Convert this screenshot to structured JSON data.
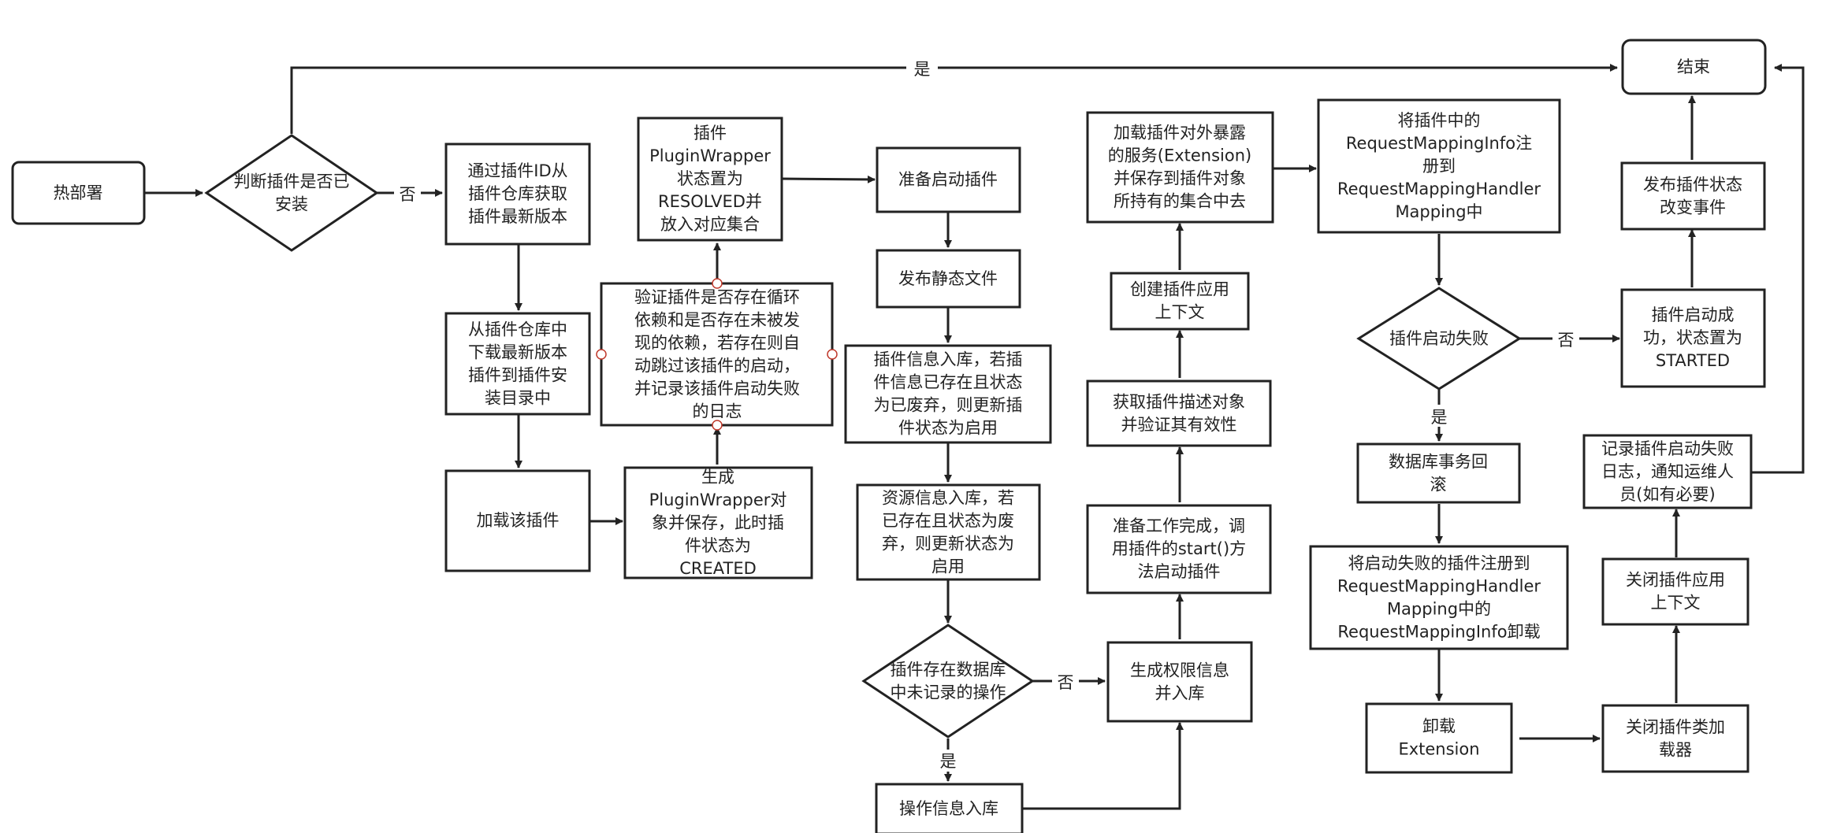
{
  "colors": {
    "stroke": "#222222",
    "fill": "#ffffff",
    "connector_dot": "#c0392b",
    "text": "#222222"
  },
  "nodes": {
    "hot_deploy": "热部署",
    "check_installed": "判断插件是否已\n安装",
    "get_latest": "通过插件ID从\n插件仓库获取\n插件最新版本",
    "download": "从插件仓库中\n下载最新版本\n插件到插件安\n装目录中",
    "load": "加载该插件",
    "create_wrapper": "生成\nPluginWrapper对\n象并保存，此时插\n件状态为\nCREATED",
    "verify_deps": "验证插件是否存在循环\n依赖和是否存在未被发\n现的依赖，若存在则自\n动跳过该插件的启动，\n并记录该插件启动失败\n的日志",
    "resolved": "插件\nPluginWrapper\n状态置为\nRESOLVED并\n放入对应集合",
    "prepare_start": "准备启动插件",
    "publish_static": "发布静态文件",
    "plugin_info_db": "插件信息入库，若插\n件信息已存在且状态\n为已废弃，则更新插\n件状态为启用",
    "resource_db": "资源信息入库，若\n已存在且状态为废\n弃，则更新状态为\n启用",
    "ops_check": "插件存在数据库\n中未记录的操作",
    "ops_db": "操作信息入库",
    "perm_db": "生成权限信息\n并入库",
    "start_call": "准备工作完成，调\n用插件的start()方\n法启动插件",
    "get_descriptor": "获取插件描述对象\n并验证其有效性",
    "create_ctx": "创建插件应用\n上下文",
    "load_ext": "加载插件对外暴露\n的服务(Extension)\n并保存到插件对象\n所持有的集合中去",
    "register_mapping": "将插件中的\nRequestMappingInfo注\n册到\nRequestMappingHandler\nMapping中",
    "start_failed": "插件启动失败",
    "rollback": "数据库事务回\n滚",
    "unregister_mapping": "将启动失败的插件注册到\nRequestMappingHandler\nMapping中的\nRequestMappingInfo卸载",
    "unload_ext": "卸载\nExtension",
    "close_loader": "关闭插件类加\n载器",
    "close_ctx": "关闭插件应用\n上下文",
    "log_fail": "记录插件启动失败\n日志，通知运维人\n员(如有必要)",
    "started": "插件启动成\n功，状态置为\nSTARTED",
    "publish_event": "发布插件状态\n改变事件",
    "end": "结束"
  },
  "edge_labels": {
    "yes_top": "是",
    "no_check": "否",
    "no_ops": "否",
    "yes_ops": "是",
    "no_failed": "否",
    "yes_failed": "是"
  }
}
